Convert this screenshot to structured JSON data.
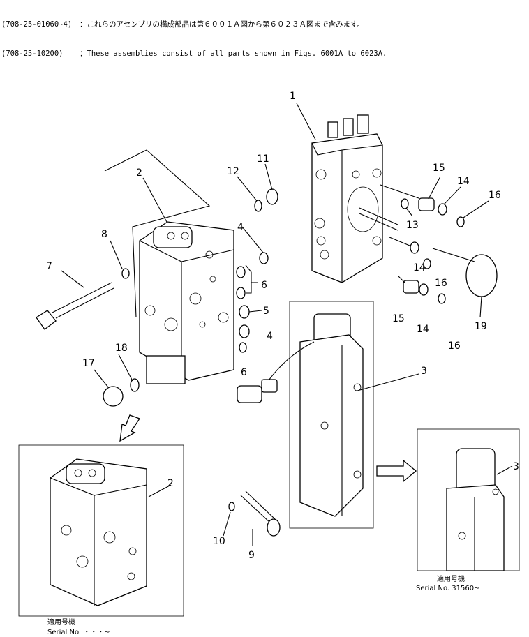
{
  "header": {
    "lines": [
      {
        "code": "(708-25-01060~4)",
        "text": "：これらのアセンブリの構成部品は第６００１Ａ図から第６０２３Ａ図まで含みます。"
      },
      {
        "code": "(708-25-10200)",
        "text": "：These assemblies consist of all parts shown in Figs. 6001A to 6023A."
      }
    ]
  },
  "callouts": [
    "1",
    "2",
    "3",
    "4",
    "5",
    "6",
    "7",
    "8",
    "9",
    "10",
    "11",
    "12",
    "13",
    "14",
    "15",
    "16",
    "17",
    "18",
    "19"
  ],
  "extra_callouts": {
    "p4b": "4",
    "p6b": "6",
    "p14b": "14",
    "p14c": "14",
    "p15b": "15",
    "p16b": "16",
    "p16c": "16",
    "p2b": "2",
    "p3b": "3"
  },
  "insets": {
    "left": {
      "caption_jp": "適用号機",
      "caption_en": "Serial No. ・・・~"
    },
    "right": {
      "caption_jp": "適用号機",
      "caption_en": "Serial No. 31560~"
    }
  }
}
